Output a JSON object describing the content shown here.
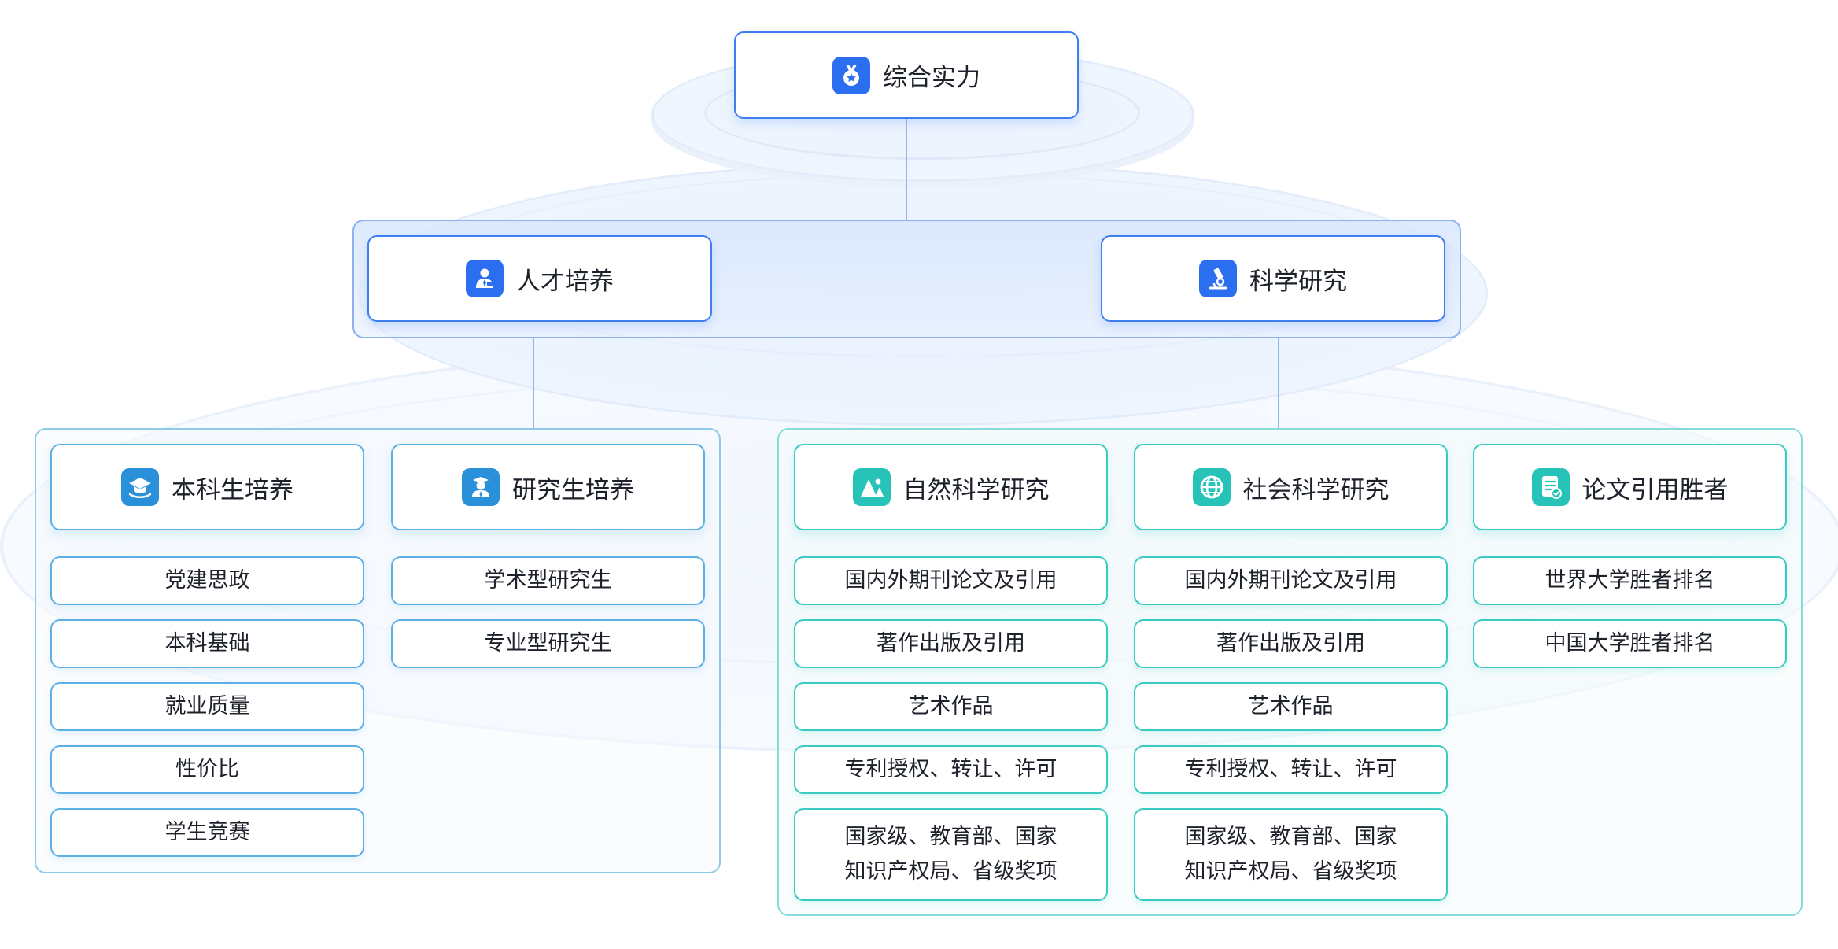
{
  "root": {
    "label": "综合实力",
    "icon": "medal-icon"
  },
  "level1": {
    "talent": {
      "label": "人才培养",
      "icon": "teacher-icon"
    },
    "research": {
      "label": "科学研究",
      "icon": "microscope-icon"
    }
  },
  "talent_groups": {
    "undergrad": {
      "label": "本科生培养",
      "icon": "graduation-cap-icon",
      "items": [
        "党建思政",
        "本科基础",
        "就业质量",
        "性价比",
        "学生竞赛"
      ]
    },
    "graduate": {
      "label": "研究生培养",
      "icon": "graduate-student-icon",
      "items": [
        "学术型研究生",
        "专业型研究生"
      ]
    }
  },
  "research_groups": {
    "natural": {
      "label": "自然科学研究",
      "icon": "mountain-icon",
      "items": [
        "国内外期刊论文及引用",
        "著作出版及引用",
        "艺术作品",
        "专利授权、转让、许可",
        "国家级、教育部、国家\n知识产权局、省级奖项"
      ]
    },
    "social": {
      "label": "社会科学研究",
      "icon": "globe-icon",
      "items": [
        "国内外期刊论文及引用",
        "著作出版及引用",
        "艺术作品",
        "专利授权、转让、许可",
        "国家级、教育部、国家\n知识产权局、省级奖项"
      ]
    },
    "citation": {
      "label": "论文引用胜者",
      "icon": "document-check-icon",
      "items": [
        "世界大学胜者排名",
        "中国大学胜者排名"
      ]
    }
  },
  "colors": {
    "root_accent": "#3f7ef0",
    "talent_accent": "#5cb0e6",
    "research_accent": "#39cbc1",
    "line": "#93b6ee"
  }
}
